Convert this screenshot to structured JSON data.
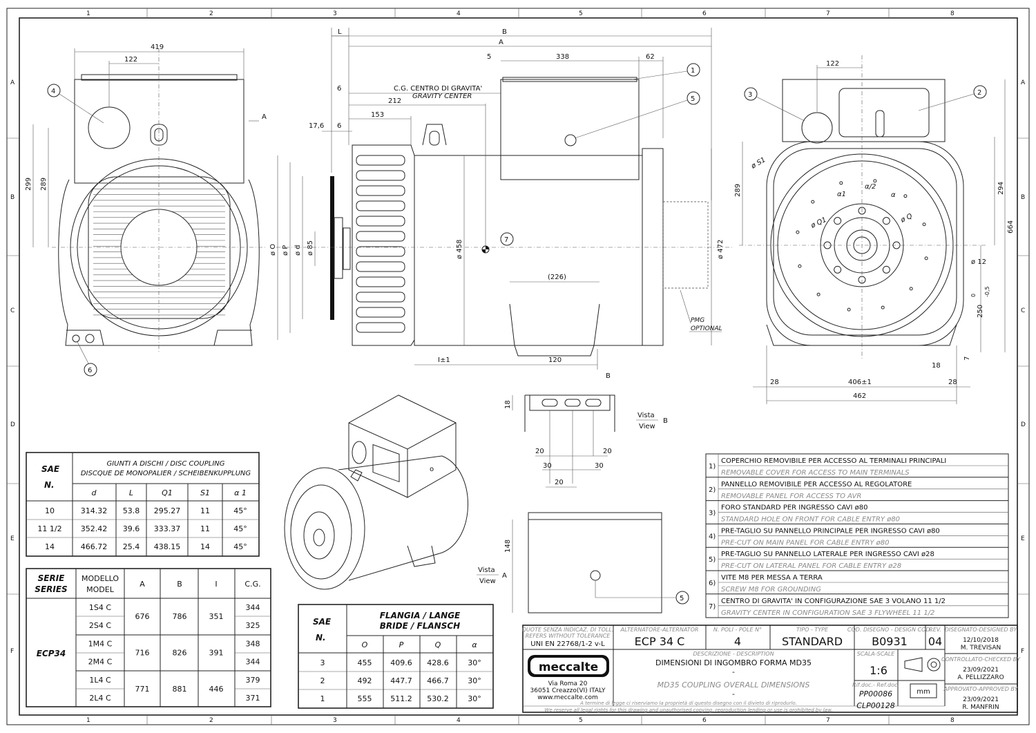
{
  "frame": {
    "col_labels": [
      "1",
      "2",
      "3",
      "4",
      "5",
      "6",
      "7",
      "8"
    ],
    "row_labels": [
      "A",
      "B",
      "C",
      "D",
      "E",
      "F"
    ]
  },
  "front_view": {
    "dims": {
      "width": "419",
      "offset": "122",
      "h1": "299",
      "h2": "289"
    },
    "callouts": {
      "c4": "4",
      "c6": "6"
    },
    "section_marker": "A"
  },
  "side_view": {
    "dims": {
      "L": "L",
      "B": "B",
      "A": "A",
      "d5": "5",
      "d338": "338",
      "d62": "62",
      "d6a": "6",
      "d212": "212",
      "d153": "153",
      "d17_6": "17,6",
      "d6b": "6",
      "d226": "(226)",
      "d120": "120",
      "i_pm1": "I±1",
      "O": "ø O",
      "P": "ø P",
      "d": "ø d",
      "d85": "ø 85",
      "d458": "ø 458",
      "d472": "ø 472"
    },
    "cg_label": "C.G. CENTRO DI GRAVITA'",
    "cg_label_en": "GRAVITY CENTER",
    "pmg_label": "PMG",
    "pmg_optional": "OPTIONAL",
    "callouts": {
      "c1": "1",
      "c5": "5",
      "c7": "7"
    },
    "section_marker": "B"
  },
  "rear_view": {
    "dims": {
      "offset": "122",
      "h289": "289",
      "h294": "294",
      "h664": "664",
      "d28a": "28",
      "d406": "406±1",
      "d28b": "28",
      "d462": "462",
      "d18": "18",
      "d7": "7",
      "d250": "250",
      "tol_plus": "0",
      "tol_minus": "-0,5",
      "S1": "ø S1",
      "Q1": "ø Q1",
      "Q": "ø Q",
      "a1": "α1",
      "a2": "α/2",
      "a": "α",
      "d12": "ø 12"
    },
    "callouts": {
      "c2": "2",
      "c3": "3"
    }
  },
  "view_b": {
    "dims": {
      "h18": "18",
      "d20a": "20",
      "d20b": "20",
      "d30a": "30",
      "d30b": "30",
      "d20c": "20"
    },
    "vista": "Vista",
    "view": "View",
    "letter": "B"
  },
  "view_a": {
    "dims": {
      "h148": "148"
    },
    "vista": "Vista",
    "view": "View",
    "letter": "A",
    "callout": "5"
  },
  "coupling_table": {
    "sae_header": "SAE",
    "n_header": "N.",
    "title_line1": "GIUNTI A DISCHI / DISC COUPLING",
    "title_line2": "DISCQUE DE MONOPALIER / SCHEIBENKUPPLUNG",
    "columns": [
      "d",
      "L",
      "Q1",
      "S1",
      "α 1"
    ],
    "rows": [
      {
        "sae": "10",
        "values": [
          "314.32",
          "53.8",
          "295.27",
          "11",
          "45°"
        ]
      },
      {
        "sae": "11 1/2",
        "values": [
          "352.42",
          "39.6",
          "333.37",
          "11",
          "45°"
        ]
      },
      {
        "sae": "14",
        "values": [
          "466.72",
          "25.4",
          "438.15",
          "14",
          "45°"
        ]
      }
    ]
  },
  "model_table": {
    "headers": {
      "series": "SERIE",
      "series_en": "SERIES",
      "model": "MODELLO",
      "model_en": "MODEL",
      "a": "A",
      "b": "B",
      "i": "I",
      "cg": "C.G."
    },
    "series_name": "ECP34",
    "groups": [
      {
        "A": "676",
        "B": "786",
        "I": "351",
        "models": [
          {
            "name": "1S4  C",
            "cg": "344"
          },
          {
            "name": "2S4  C",
            "cg": "325"
          }
        ]
      },
      {
        "A": "716",
        "B": "826",
        "I": "391",
        "models": [
          {
            "name": "1M4  C",
            "cg": "348"
          },
          {
            "name": "2M4  C",
            "cg": "344"
          }
        ]
      },
      {
        "A": "771",
        "B": "881",
        "I": "446",
        "models": [
          {
            "name": "1L4  C",
            "cg": "379"
          },
          {
            "name": "2L4  C",
            "cg": "371"
          }
        ]
      }
    ]
  },
  "flange_table": {
    "sae_header": "SAE",
    "n_header": "N.",
    "title_line1": "FLANGIA / LANGE",
    "title_line2": "BRIDE / FLANSCH",
    "columns": [
      "O",
      "P",
      "Q",
      "α"
    ],
    "rows": [
      {
        "sae": "3",
        "values": [
          "455",
          "409.6",
          "428.6",
          "30°"
        ]
      },
      {
        "sae": "2",
        "values": [
          "492",
          "447.7",
          "466.7",
          "30°"
        ]
      },
      {
        "sae": "1",
        "values": [
          "555",
          "511.2",
          "530.2",
          "30°"
        ]
      }
    ]
  },
  "notes": [
    {
      "n": "1)",
      "it": "COPERCHIO REMOVIBILE PER ACCESSO AL TERMINALI PRINCIPALI",
      "en": "REMOVABLE COVER  FOR ACCESS TO MAIN TERMINALS"
    },
    {
      "n": "2)",
      "it": "PANNELLO REMOVIBILE PER ACCESSO AL REGOLATORE",
      "en": "REMOVABLE PANEL FOR ACCESS TO AVR"
    },
    {
      "n": "3)",
      "it": "FORO STANDARD PER INGRESSO CAVI ø80",
      "en": "STANDARD HOLE ON FRONT FOR CABLE ENTRY ø80"
    },
    {
      "n": "4)",
      "it": "PRE-TAGLIO SU PANNELLO PRINCIPALE PER INGRESSO CAVI ø80",
      "en": "PRE-CUT ON MAIN PANEL FOR CABLE ENTRY ø80"
    },
    {
      "n": "5)",
      "it": "PRE-TAGLIO SU PANNELLO LATERALE PER INGRESSO CAVI ø28",
      "en": "PRE-CUT ON LATERAL PANEL FOR CABLE ENTRY ø28"
    },
    {
      "n": "6)",
      "it": "VITE M8 PER MESSA A TERRA",
      "en": "SCREW M8 FOR GROUNDING"
    },
    {
      "n": "7)",
      "it": "CENTRO DI GRAVITA' IN CONFIGURAZIONE SAE 3 VOLANO 11 1/2",
      "en": "GRAVITY CENTER IN CONFIGURATION SAE 3 FLYWHEEL 11 1/2"
    }
  ],
  "title_block": {
    "tolerance_line1": "QUOTE SENZA INDICAZ. DI TOLL.",
    "tolerance_line2": "REFERS WITHOUT TOLERANCE",
    "tolerance_std": "UNI EN 22768/1-2 v-L",
    "alt_label": "ALTERNATORE-ALTERNATOR",
    "alt_value": "ECP  34 C",
    "poles_label": "N. POLI - POLE N°",
    "poles_value": "4",
    "type_label": "TIPO - TYPE",
    "type_value": "STANDARD",
    "code_label": "COD. DISEGNO - DESIGN COD.",
    "code_value": "B0931",
    "rev_label": "REV.",
    "rev_value": "04",
    "designed_label": "DISEGNATO-DESIGNED BY",
    "designed_date": "12/10/2018",
    "designed_name": "M. TREVISAN",
    "checked_label": "CONTROLLATO-CHECKED BY",
    "checked_date": "23/09/2021",
    "checked_name": "A. PELLIZZARO",
    "approved_label": "APPROVATO-APPROVED BY",
    "approved_date": "23/09/2021",
    "approved_name": "R. MANFRIN",
    "logo": "meccalte",
    "address1": "Via Roma 20",
    "address2": "36051 Creazzo(VI) ITALY",
    "website": "www.meccalte.com",
    "desc_label": "DESCRIZIONE - DESCRIPTION",
    "desc_it": "DIMENSIONI DI INGOMBRO FORMA MD35",
    "desc_sep": "-",
    "desc_en": "MD35 COUPLING OVERALL DIMENSIONS",
    "desc_sep2": "-",
    "scale_label": "SCALA-SCALE",
    "scale_value": "1:6",
    "ref_label": "Rif.doc.- Ref.doc.",
    "ref1": "PP00086",
    "ref2": "CLP00128",
    "unit": "mm",
    "legal1": "A termine di legge ci riserviamo la proprietà di questo disegno con il divieto di riprodurlo.",
    "legal2": "We reserve all legal rights for this drawing and unauthorised copying, reproduction lending or use is prohibited by law."
  }
}
